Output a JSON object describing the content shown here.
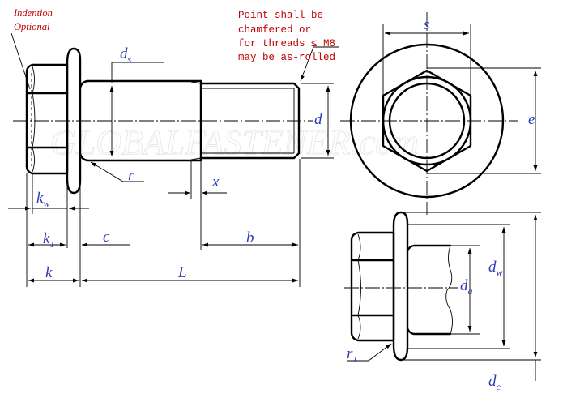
{
  "notes": {
    "indention": [
      "Indention",
      "Optional"
    ],
    "point": [
      "Point shall be",
      "chamfered or",
      "for threads ≤ M8",
      "may be as-rolled"
    ]
  },
  "watermark": "GLOBALFASTENER.com",
  "labels": {
    "ds": [
      "d",
      "s"
    ],
    "d": "d",
    "r": "r",
    "x": "x",
    "kw": [
      "k",
      "w"
    ],
    "k1": [
      "k",
      "1"
    ],
    "c": "c",
    "b": "b",
    "k": "k",
    "L": "L",
    "s": "s",
    "e": "e",
    "dw": [
      "d",
      "w"
    ],
    "da": [
      "d",
      "a"
    ],
    "r1": [
      "r",
      "1"
    ],
    "dc": [
      "d",
      "c"
    ]
  },
  "colors": {
    "note": "#c00000",
    "dimension_text": "#2a3bb0",
    "line": "#000000"
  }
}
